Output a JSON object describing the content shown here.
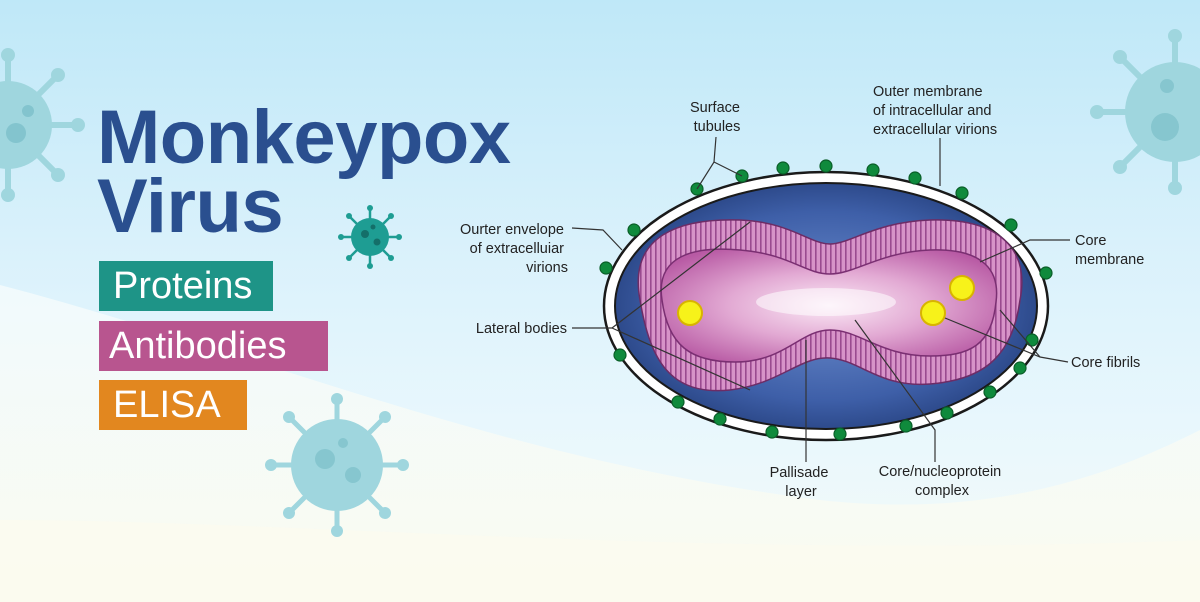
{
  "title": {
    "line1": "Monkeypox",
    "line2": "Virus"
  },
  "tags": [
    {
      "label": "Proteins",
      "color": "#1e9487"
    },
    {
      "label": "Antibodies",
      "color": "#b8558f"
    },
    {
      "label": "ELISA",
      "color": "#e2871f"
    }
  ],
  "colors": {
    "title": "#2a4f8f",
    "virus_icon": "#9fd6de",
    "virus_icon_dark": "#1e9d93"
  },
  "diagram": {
    "labels": {
      "surface_tubules": [
        "Surface",
        "tubules"
      ],
      "outer_membrane": [
        "Outer membrane",
        "of intracellular and",
        "extracellular virions"
      ],
      "outer_envelope": [
        "Ourter envelope",
        "of extracelluiar",
        "virions"
      ],
      "core_membrane": [
        "Core",
        "membrane"
      ],
      "lateral_bodies": [
        "Lateral bodies"
      ],
      "core_fibrils": [
        "Core fibrils"
      ],
      "pallisade_layer": [
        "Pallisade",
        "layer"
      ],
      "core_nucleoprotein": [
        "Core/nucleoprotein",
        "complex"
      ]
    }
  }
}
